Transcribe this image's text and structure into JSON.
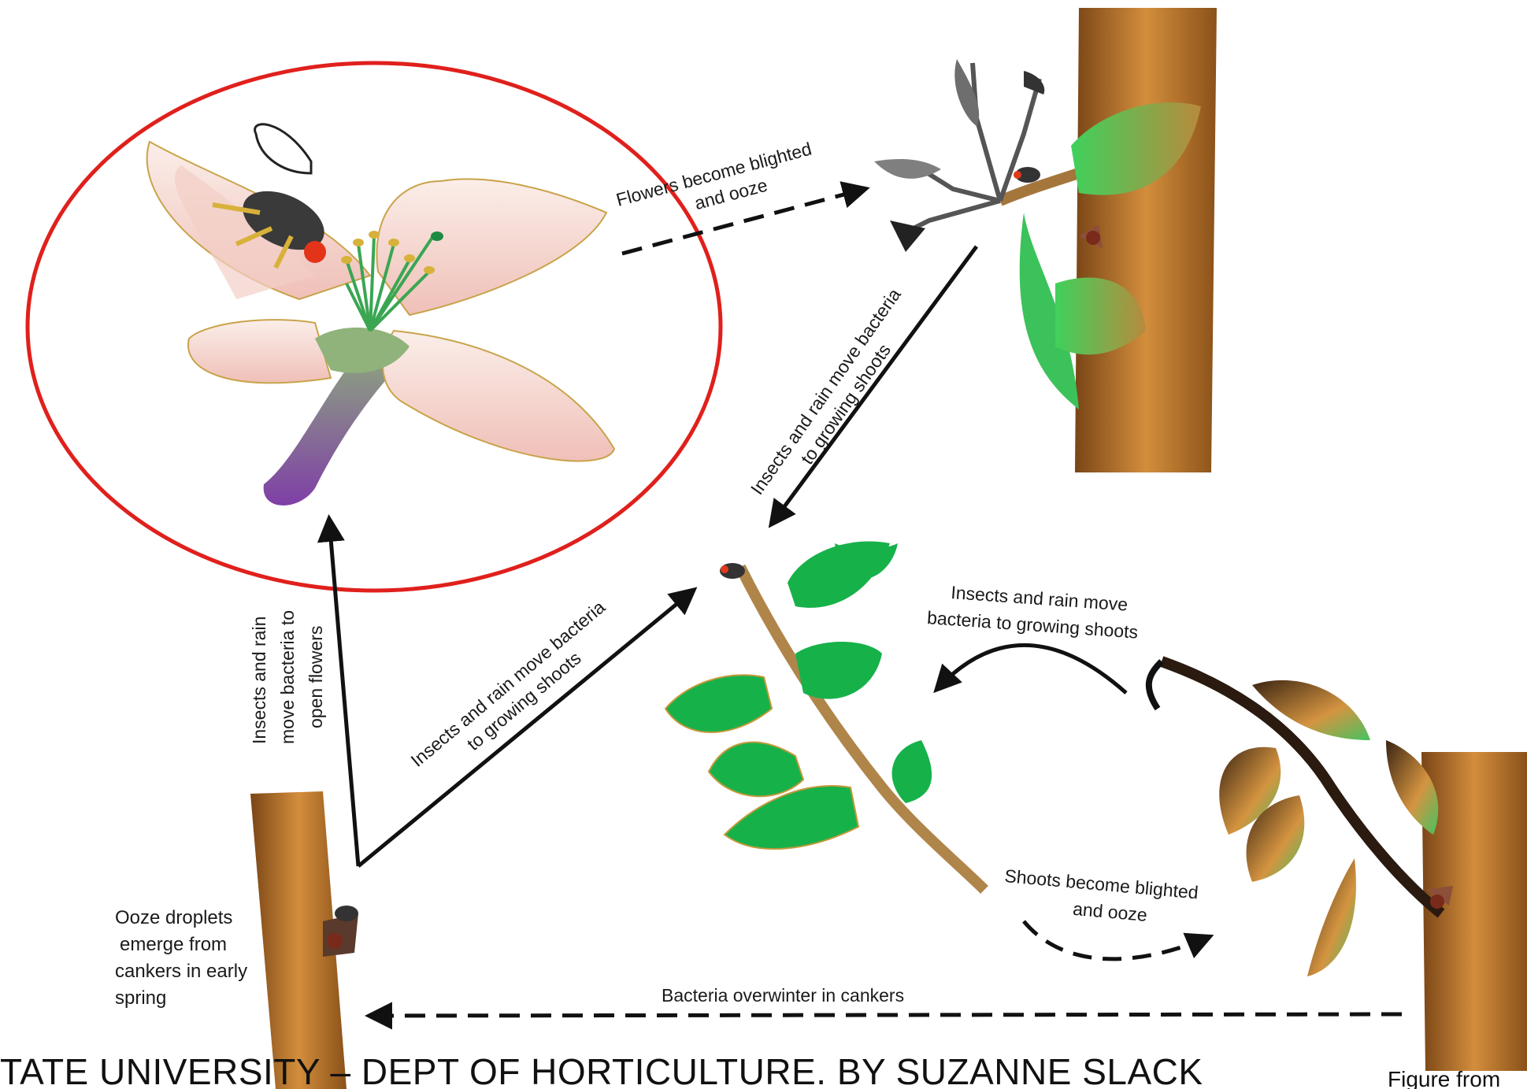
{
  "labels": {
    "flowers_blighted": [
      "Flowers become blighted",
      "and ooze"
    ],
    "insects_rain_shoots_right": [
      "Insects and rain move bacteria",
      "to growing shoots"
    ],
    "insects_rain_shoots_left": [
      "Insects and rain move bacteria",
      "to growing shoots"
    ],
    "insects_rain_flowers": [
      "Insects and rain",
      "move bacteria to",
      "open flowers"
    ],
    "insects_rain_shoots_curve": [
      "Insects and rain move",
      "bacteria to growing shoots"
    ],
    "shoots_blighted": [
      "Shoots become blighted",
      "and ooze"
    ],
    "ooze_droplets": [
      "Ooze droplets",
      "emerge from",
      "cankers in early",
      "spring"
    ],
    "overwinter": "Bacteria overwinter in cankers"
  },
  "footer": {
    "credit": "TATE UNIVERSITY – DEPT OF HORTICULTURE. BY SUZANNE SLACK",
    "source": "Figure from"
  },
  "colors": {
    "highlight_ring": "#e0201c",
    "bark": "#b8742e",
    "leaf_green": "#17b14a",
    "petal": "#f7d9d0"
  }
}
